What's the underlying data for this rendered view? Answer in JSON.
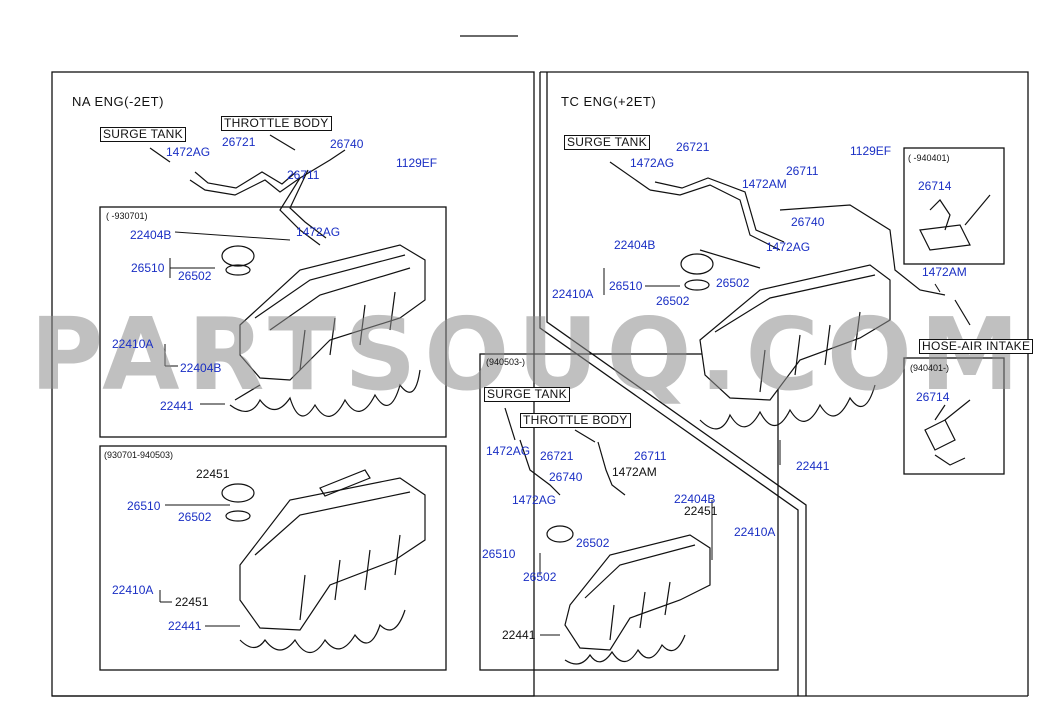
{
  "watermark": "PARTSOUQ.COM",
  "sections": {
    "na": {
      "title": "NA ENG(-2ET)",
      "sub1": "( -930701)",
      "sub2": "(930701-940503)",
      "boxes": {
        "surge_tank": "SURGE TANK",
        "throttle_body": "THROTTLE BODY"
      },
      "parts": {
        "p1472ag_a": "1472AG",
        "p26721": "26721",
        "p26740": "26740",
        "p1129ef": "1129EF",
        "p26711": "26711",
        "p1472ag_b": "1472AG",
        "p22404b_a": "22404B",
        "p26510_a": "26510",
        "p26502_a": "26502",
        "p22410a_a": "22410A",
        "p22404b_b": "22404B",
        "p22441_a": "22441",
        "p22451_a": "22451",
        "p26510_b": "26510",
        "p26502_b": "26502",
        "p22410a_b": "22410A",
        "p22451_b": "22451",
        "p22441_b": "22441"
      }
    },
    "tc": {
      "title": "TC ENG(+2ET)",
      "sub1": "(940503-)",
      "boxes": {
        "surge_tank": "SURGE TANK",
        "surge_tank_2": "SURGE TANK",
        "throttle_body": "THROTTLE BODY",
        "hose_air_intake": "HOSE-AIR INTAKE"
      },
      "parts": {
        "p26721": "26721",
        "p1472ag_a": "1472AG",
        "p1129ef": "1129EF",
        "p26711": "26711",
        "p1472am_a": "1472AM",
        "p26740": "26740",
        "p1472ag_b": "1472AG",
        "p22404b": "22404B",
        "p22410a": "22410A",
        "p26510": "26510",
        "p26502_a": "26502",
        "p26502_b": "26502",
        "p22441": "22441",
        "p1472am_b": "1472AM",
        "p26721_b": "26721",
        "p26711_b": "26711",
        "p1472ag_c": "1472AG",
        "p1472am_c": "1472AM",
        "p26740_b": "26740",
        "p1472ag_d": "1472AG",
        "p22404b_b": "22404B",
        "p22451": "22451",
        "p22410a_b": "22410A",
        "p26510_b": "26510",
        "p26502_c": "26502",
        "p26502_d": "26502",
        "p22441_b": "22441"
      }
    },
    "inset1": {
      "label": "( -940401)",
      "part": "26714"
    },
    "inset2": {
      "label": "(940401-)",
      "part": "26714"
    }
  }
}
